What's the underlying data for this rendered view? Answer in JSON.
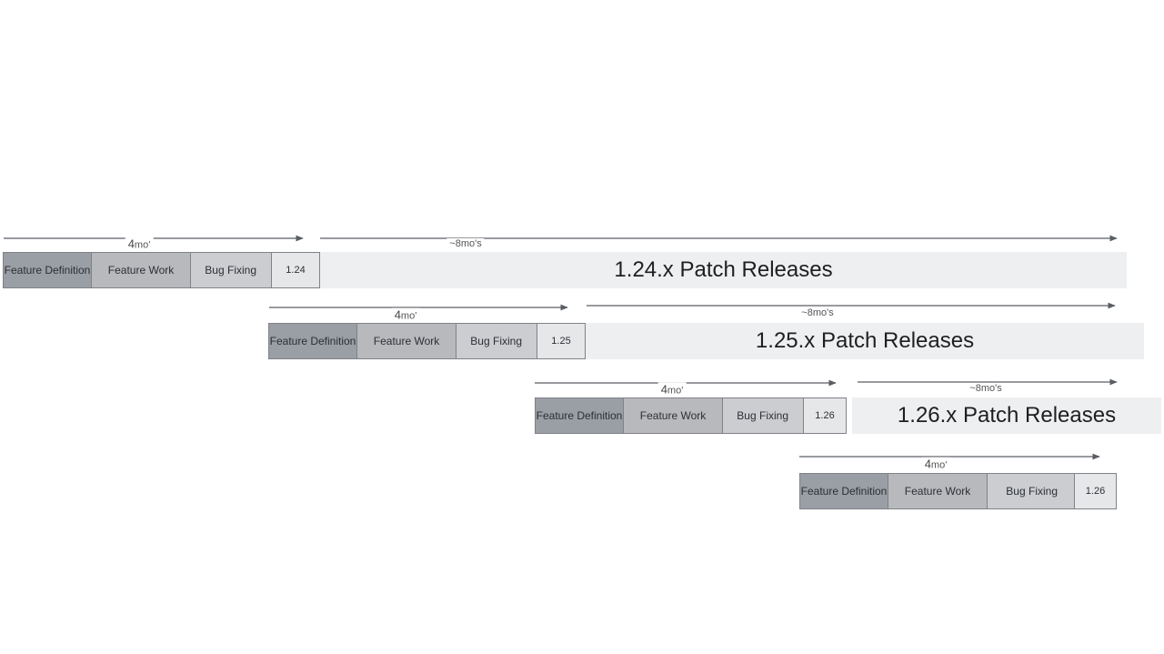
{
  "rows": [
    {
      "duration_label_num": "4",
      "duration_label_unit": "mo'",
      "patch_span_label": "~8mo's",
      "phases": {
        "definition": "Feature Definition",
        "work": "Feature Work",
        "bug": "Bug Fixing"
      },
      "version": "1.24",
      "patch_text": "1.24.x Patch Releases"
    },
    {
      "duration_label_num": "4",
      "duration_label_unit": "mo'",
      "patch_span_label": "~8mo's",
      "phases": {
        "definition": "Feature Definition",
        "work": "Feature Work",
        "bug": "Bug Fixing"
      },
      "version": "1.25",
      "patch_text": "1.25.x Patch Releases"
    },
    {
      "duration_label_num": "4",
      "duration_label_unit": "mo'",
      "patch_span_label": "~8mo's",
      "phases": {
        "definition": "Feature Definition",
        "work": "Feature Work",
        "bug": "Bug Fixing"
      },
      "version": "1.26",
      "patch_text": "1.26.x Patch Releases"
    },
    {
      "duration_label_num": "4",
      "duration_label_unit": "mo'",
      "phases": {
        "definition": "Feature Definition",
        "work": "Feature Work",
        "bug": "Bug Fixing"
      },
      "version": "1.26"
    }
  ],
  "colors": {
    "feature_definition": "#9a9ea5",
    "feature_work": "#b7b9bd",
    "bug_fixing": "#cbcdd1",
    "version": "#e6e7e9",
    "patch_band": "#eeeff1",
    "arrow": "#5a5e63"
  }
}
